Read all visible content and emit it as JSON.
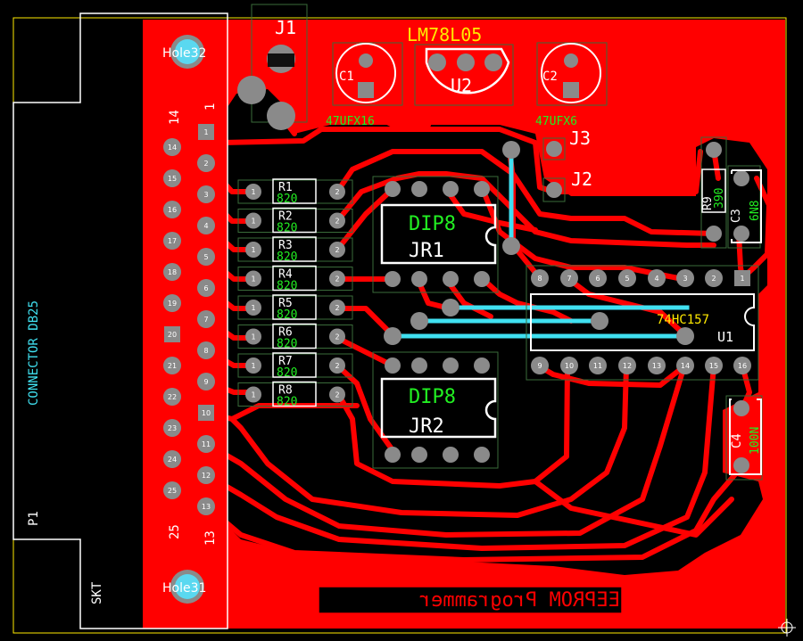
{
  "colors": {
    "copper": "#ff0000",
    "background": "#000000",
    "pad": "#8a8a8a",
    "drill": "#5ad8f0",
    "silk_white": "#ffffff",
    "silk_yellow": "#ffea00",
    "silk_green": "#22ee22",
    "silk_cyan": "#40e0f0"
  },
  "connector": {
    "name": "CONNECTOR DB25",
    "ref": "P1",
    "type": "SKT",
    "pin_low": "1",
    "pin_high": "13",
    "pin_14": "14",
    "pin_25": "25"
  },
  "holes": {
    "top": "Hole32",
    "bottom": "Hole31"
  },
  "jumpers": {
    "j1": "J1",
    "j2": "J2",
    "j3": "J3"
  },
  "regulator": {
    "part": "LM78L05",
    "ref": "U2"
  },
  "capacitors": {
    "c1": {
      "ref": "C1",
      "value": "47UFX16"
    },
    "c2": {
      "ref": "C2",
      "value": "47UFX6"
    },
    "c3": {
      "ref": "C3",
      "value": "6N8"
    },
    "c4": {
      "ref": "C4",
      "value": "100N"
    }
  },
  "resistors": [
    {
      "ref": "R1",
      "value": "820"
    },
    {
      "ref": "R2",
      "value": "820"
    },
    {
      "ref": "R3",
      "value": "820"
    },
    {
      "ref": "R4",
      "value": "820"
    },
    {
      "ref": "R5",
      "value": "820"
    },
    {
      "ref": "R6",
      "value": "820"
    },
    {
      "ref": "R7",
      "value": "820"
    },
    {
      "ref": "R8",
      "value": "820"
    }
  ],
  "r9": {
    "ref": "R9",
    "value": "390"
  },
  "sockets": [
    {
      "package": "DIP8",
      "ref": "JR1"
    },
    {
      "package": "DIP8",
      "ref": "JR2"
    }
  ],
  "ic": {
    "part": "74HC157",
    "ref": "U1"
  },
  "board_label": "EEPROM Programmer"
}
